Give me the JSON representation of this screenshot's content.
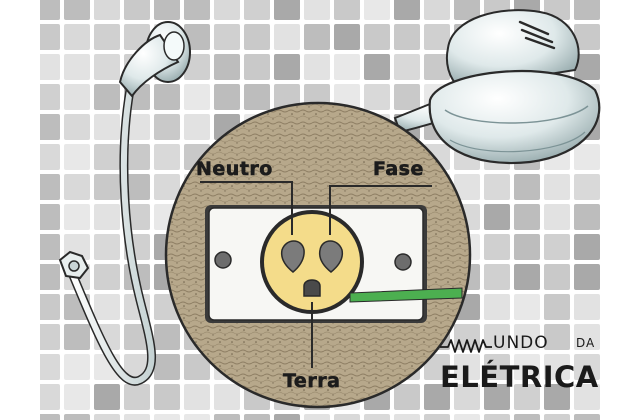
{
  "labels": {
    "neutro": "Neutro",
    "fase": "Fase",
    "terra": "Terra"
  },
  "logo": {
    "line1": "UNDO",
    "small": "DA",
    "line2": "ELÉTRICA"
  },
  "colors": {
    "wall_tile_light": "#e2e2e2",
    "wall_tile_dark": "#a9a9a9",
    "wood": "#b5a68a",
    "outlet_face": "#f4dc8a",
    "ground_wire": "#4caf50",
    "chrome": "#dfe9ea"
  },
  "icons": [
    "shower-head-icon",
    "hand-shower-icon",
    "electrical-outlet-icon",
    "lightning-wave-icon"
  ]
}
